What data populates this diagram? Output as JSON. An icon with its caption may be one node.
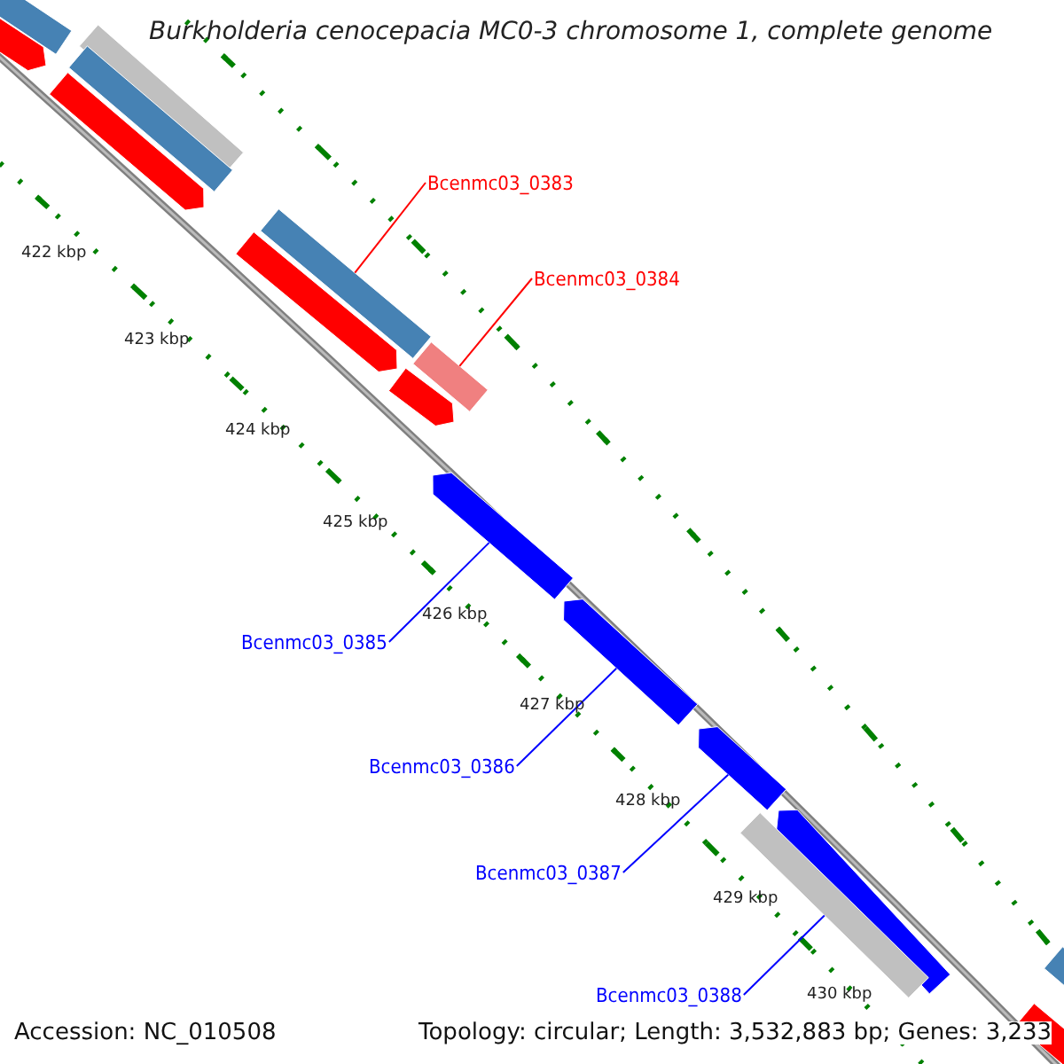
{
  "diagram": {
    "title": "Burkholderia cenocepacia MC0-3 chromosome 1, complete genome",
    "nodes": [
      {
        "text": [
          "Bcenmc03_0383"
        ]
      },
      {
        "text": [
          "Bcenmc03_0384"
        ]
      },
      {
        "text": [
          "Bcenmc03_0385"
        ]
      },
      {
        "text": [
          "Bcenmc03_0386"
        ]
      },
      {
        "text": [
          "Bcenmc03_0387"
        ]
      },
      {
        "text": [
          "Bcenmc03_0388"
        ]
      },
      {
        "text": [],
        "shape": "bar"
      },
      {
        "text": [],
        "shape": "bar"
      },
      {
        "text": [],
        "shape": "bar"
      },
      {
        "text": [],
        "shape": "bar"
      },
      {
        "text": [],
        "shape": "bar"
      },
      {
        "text": [],
        "shape": "bar"
      },
      {
        "text": [],
        "shape": "bar"
      },
      {
        "text": [],
        "shape": "bar"
      },
      {
        "text": [],
        "shape": "bar"
      },
      {
        "text": [],
        "shape": "bar"
      },
      {
        "text": [],
        "shape": "bar"
      },
      {
        "text": [],
        "shape": "bar"
      },
      {
        "text": [],
        "shape": "bar"
      },
      {
        "text": [],
        "shape": "bar"
      },
      {
        "text": [],
        "shape": "bar"
      },
      {
        "text": [],
        "shape": "bar"
      }
    ],
    "edges": [
      {
        "from": 0,
        "to": 11,
        "arrow": "none",
        "color": "#ff0000"
      },
      {
        "from": 1,
        "to": 13,
        "arrow": "none",
        "color": "#ff0000"
      },
      {
        "from": 2,
        "to": 15,
        "arrow": "none"
      },
      {
        "from": 3,
        "to": 16,
        "arrow": "none"
      },
      {
        "from": 4,
        "to": 17,
        "arrow": "none"
      },
      {
        "from": 5,
        "to": 19,
        "arrow": "none"
      }
    ],
    "labels": [
      "422 kbp",
      "423 kbp",
      "424 kbp",
      "425 kbp",
      "426 kbp",
      "427 kbp",
      "428 kbp",
      "429 kbp",
      "430 kbp",
      "Accession: NC_010508",
      "Topology: circular; Length: 3,532,883 bp; Genes: 3,233"
    ]
  }
}
